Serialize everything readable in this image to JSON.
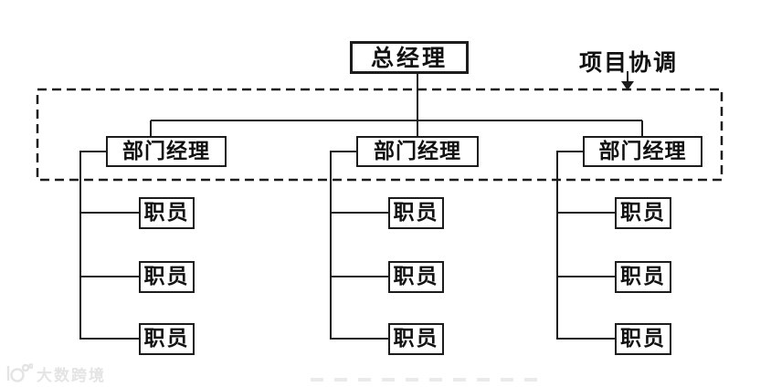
{
  "diagram": {
    "type": "org-chart",
    "root_label": "总经理",
    "coordination_label": "项目协调",
    "managers": [
      {
        "label": "部门经理",
        "staff": [
          "职员",
          "职员",
          "职员"
        ]
      },
      {
        "label": "部门经理",
        "staff": [
          "职员",
          "职员",
          "职员"
        ]
      },
      {
        "label": "部门经理",
        "staff": [
          "职员",
          "职员",
          "职员"
        ]
      }
    ],
    "dashed_boundary": "coordination scope around general-manager link and department managers"
  },
  "watermark": {
    "logo": "circles-logo",
    "text": "大数跨境"
  },
  "colors": {
    "line": "#1c1c1c",
    "text": "#111111",
    "background": "#ffffff",
    "watermark": "#e4e4e4"
  }
}
